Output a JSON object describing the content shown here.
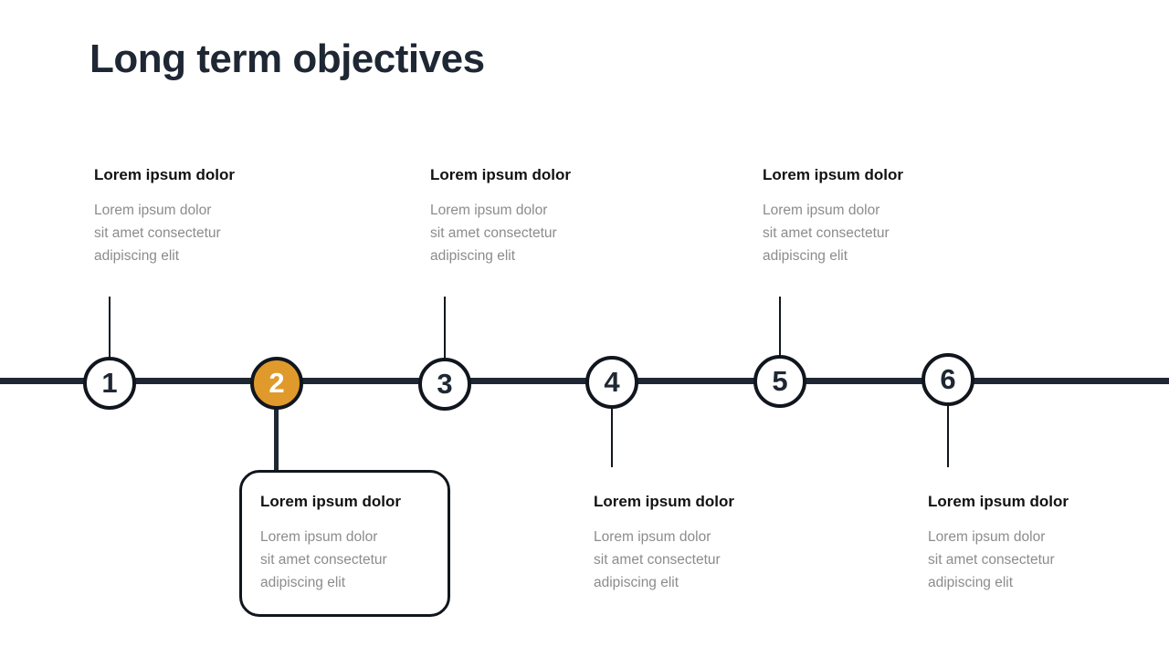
{
  "slide": {
    "title": "Long term objectives",
    "colors": {
      "accent": "#e09a2b",
      "dark": "#1e2733",
      "heading": "#121212",
      "body_text": "#8c8c8c",
      "background": "#ffffff"
    }
  },
  "timeline": {
    "nodes": [
      {
        "number": "1",
        "active": false,
        "position": "above",
        "heading": "Lorem ipsum dolor",
        "body_lines": [
          "Lorem ipsum dolor",
          "sit amet consectetur",
          "adipiscing elit"
        ]
      },
      {
        "number": "2",
        "active": true,
        "position": "below",
        "heading": "Lorem ipsum dolor",
        "body_lines": [
          "Lorem ipsum dolor",
          "sit amet consectetur",
          "adipiscing elit"
        ]
      },
      {
        "number": "3",
        "active": false,
        "position": "above",
        "heading": "Lorem ipsum dolor",
        "body_lines": [
          "Lorem ipsum dolor",
          "sit amet consectetur",
          "adipiscing elit"
        ]
      },
      {
        "number": "4",
        "active": false,
        "position": "below",
        "heading": "Lorem ipsum dolor",
        "body_lines": [
          "Lorem ipsum dolor",
          "sit amet consectetur",
          "adipiscing elit"
        ]
      },
      {
        "number": "5",
        "active": false,
        "position": "above",
        "heading": "Lorem ipsum dolor",
        "body_lines": [
          "Lorem ipsum dolor",
          "sit amet consectetur",
          "adipiscing elit"
        ]
      },
      {
        "number": "6",
        "active": false,
        "position": "below",
        "heading": "Lorem ipsum dolor",
        "body_lines": [
          "Lorem ipsum dolor",
          "sit amet consectetur",
          "adipiscing elit"
        ]
      }
    ]
  }
}
